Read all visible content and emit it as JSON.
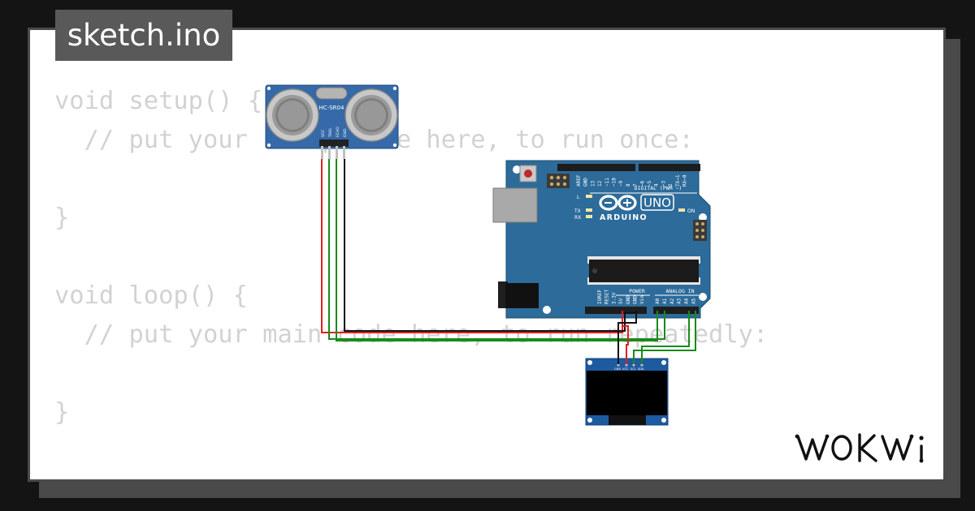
{
  "sketch": {
    "filename": "sketch.ino",
    "code_lines": [
      "void setup() {",
      "  // put your setup code here, to run once:",
      "",
      "}",
      "",
      "void loop() {",
      "  // put your main code here, to run repeatedly:",
      "",
      "}"
    ]
  },
  "components": {
    "ultrasonic": {
      "label": "HC-SR04",
      "pins": [
        "VCC",
        "TRIG",
        "ECHO",
        "GND"
      ]
    },
    "arduino": {
      "brand": "ARDUINO",
      "model": "UNO",
      "digital_label": "DIGITAL (PWM ~)",
      "digital_pins": [
        "AREF",
        "GND",
        "13",
        "12",
        "~11",
        "~10",
        "~9",
        "8",
        "7",
        "~6",
        "~5",
        "4",
        "~3",
        "2",
        "TX→1",
        "RX←0"
      ],
      "power_label": "POWER",
      "power_pins": [
        "IOREF",
        "RESET",
        "3.3V",
        "5V",
        "GND",
        "GND",
        "Vin"
      ],
      "analog_label": "ANALOG IN",
      "analog_pins": [
        "A0",
        "A1",
        "A2",
        "A3",
        "A4",
        "A5"
      ],
      "led_labels": [
        "L",
        "TX",
        "RX"
      ],
      "on_label": "ON"
    },
    "oled": {
      "pins": [
        "GND",
        "VCC",
        "SCL",
        "SDA"
      ]
    }
  },
  "wire_colors": {
    "vcc": "#e02020",
    "signal": "#1a8a1a",
    "gnd": "#111111"
  },
  "brand": {
    "logo_text": "WOKWi"
  },
  "colors": {
    "board_blue": "#2c6b9a",
    "sensor_blue": "#3569a8",
    "code_gray": "#d2d2d2",
    "tab_gray": "#595959"
  }
}
